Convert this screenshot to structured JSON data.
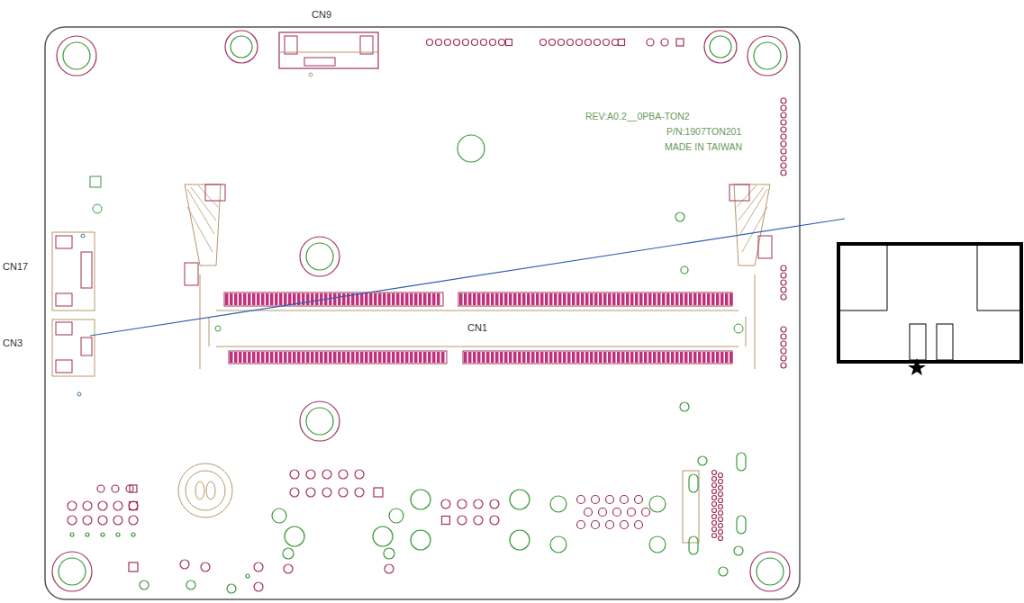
{
  "diagram": {
    "labels": [
      "CN9",
      "REV:A0.2__0PBA-TON2",
      "P/N:1907TON201",
      "MADE IN TAIWAN",
      "CN17",
      "CN3",
      "CN1"
    ]
  }
}
